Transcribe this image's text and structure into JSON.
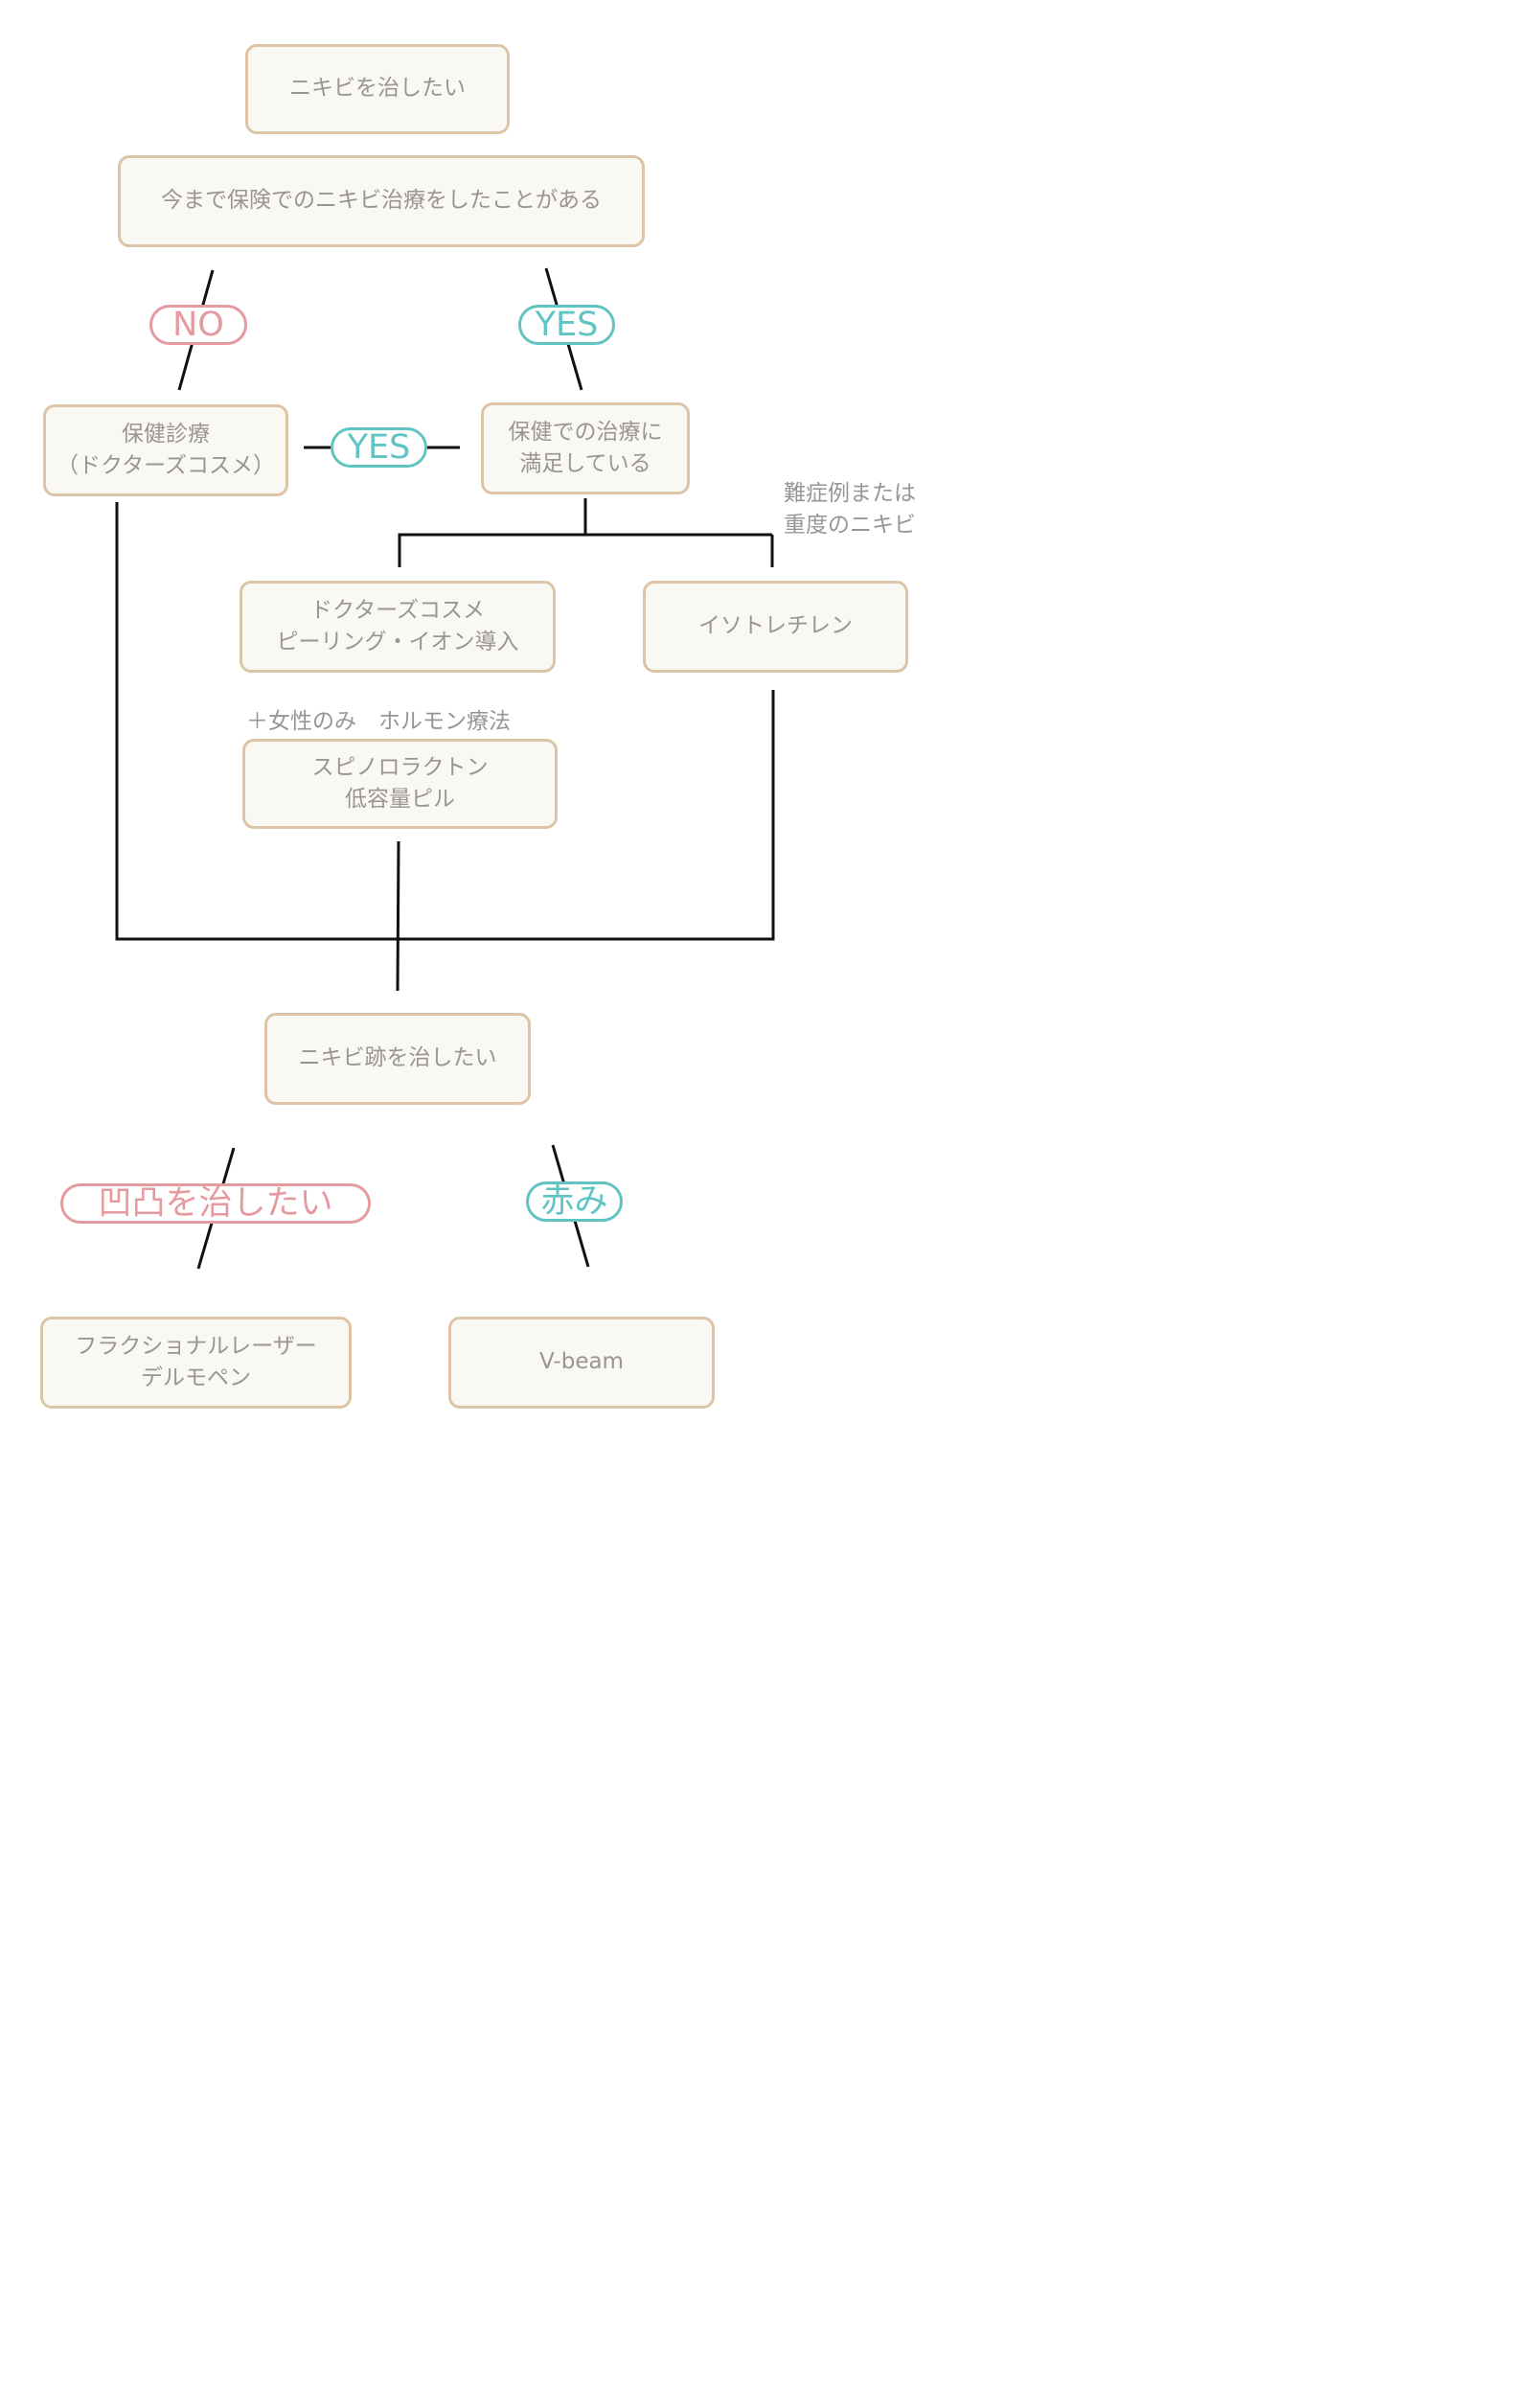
{
  "nodes": {
    "acne": "ニキビを治したい",
    "insurance_history": "今まで保険でのニキビ治療をしたことがある",
    "insurance_care": "保健診療\n（ドクターズコスメ）",
    "satisfied": "保健での治療に\n満足している",
    "cosmetics": "ドクターズコスメ\nピーリング・イオン導入",
    "isotretinoin": "イソトレチレン",
    "spironolactone": "スピノロラクトン\n低容量ピル",
    "scar": "ニキビ跡を治したい",
    "fractional": "フラクショナルレーザー\nデルモペン",
    "vbeam": "V-beam"
  },
  "notes": {
    "severe": "難症例または\n重度のニキビ",
    "hormone": "＋女性のみ　ホルモン療法"
  },
  "labels": {
    "no": "NO",
    "yes_right": "YES",
    "yes_mid": "YES",
    "uneven": "凹凸を治したい",
    "redness": "赤み"
  },
  "colors": {
    "box_fill": "#faf8f3",
    "box_border": "#dcc4a6",
    "text": "#999595",
    "no_pink": "#e59a9f",
    "yes_teal": "#5fc4c2",
    "line": "#111111"
  }
}
